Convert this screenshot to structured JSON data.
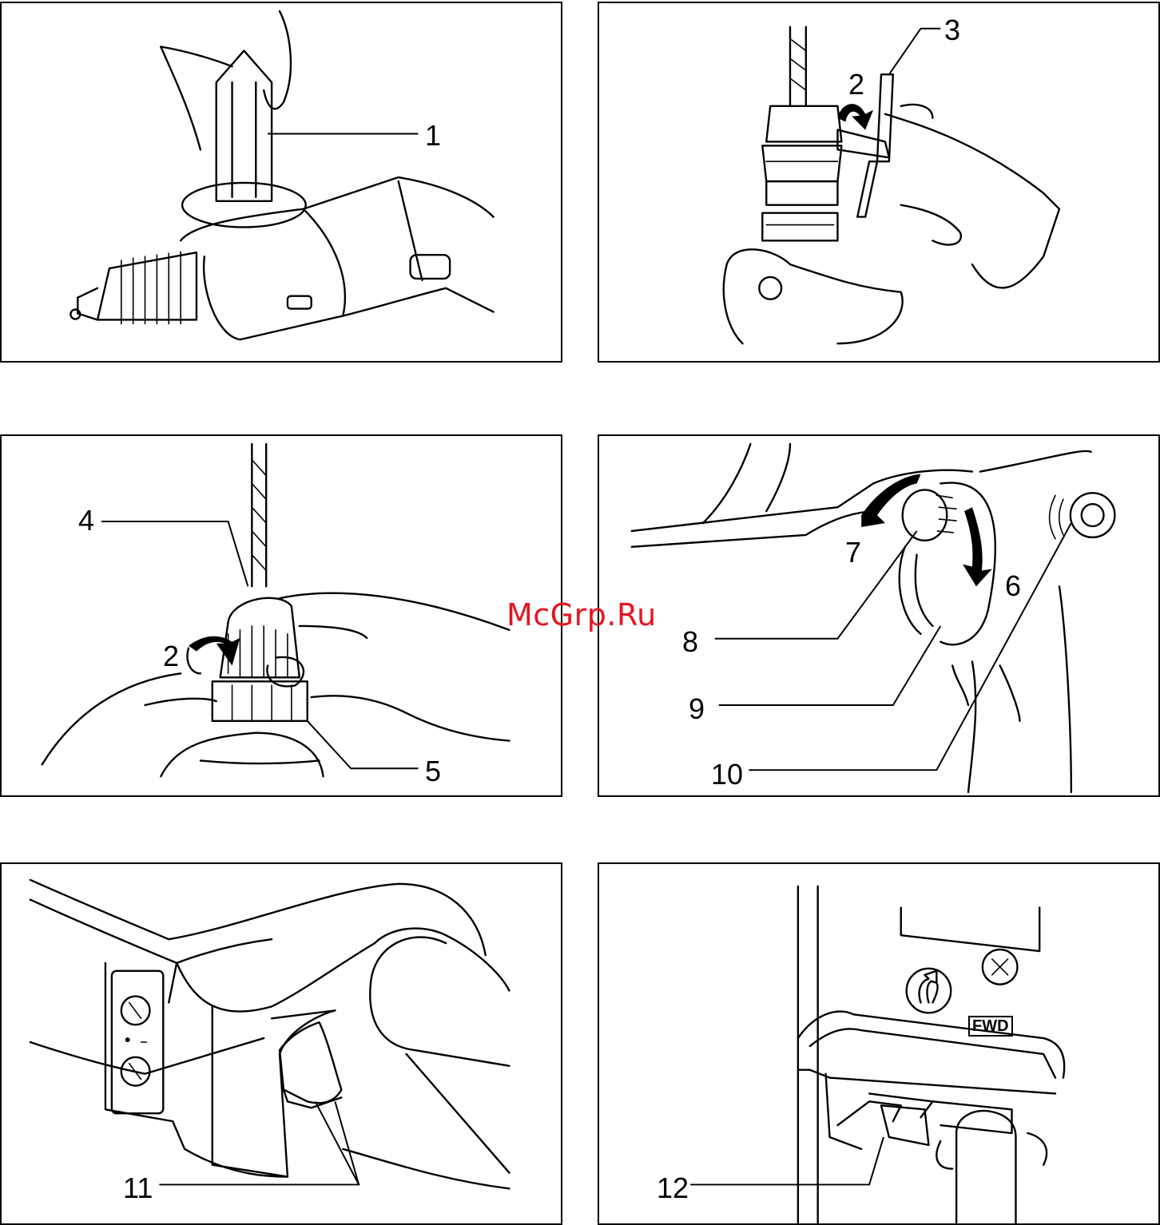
{
  "panels": [
    {
      "id": "fig1",
      "callouts": [
        "1"
      ]
    },
    {
      "id": "fig2",
      "callouts": [
        "2",
        "3"
      ]
    },
    {
      "id": "fig3",
      "callouts": [
        "4",
        "2",
        "5"
      ]
    },
    {
      "id": "fig4",
      "callouts": [
        "7",
        "6",
        "8",
        "9",
        "10"
      ]
    },
    {
      "id": "fig5",
      "callouts": [
        "11"
      ]
    },
    {
      "id": "fig6",
      "callouts": [
        "12"
      ],
      "switch_label": "FWD"
    }
  ],
  "watermark": "McGrp.Ru",
  "colors": {
    "ink": "#000000",
    "paper": "#ffffff",
    "watermark": "#e8141f"
  },
  "icons": [
    "side-handle-icon",
    "chuck-key-icon",
    "keyless-chuck-icon",
    "depth-gauge-icon",
    "trigger-switch-icon",
    "reversing-switch-icon"
  ]
}
